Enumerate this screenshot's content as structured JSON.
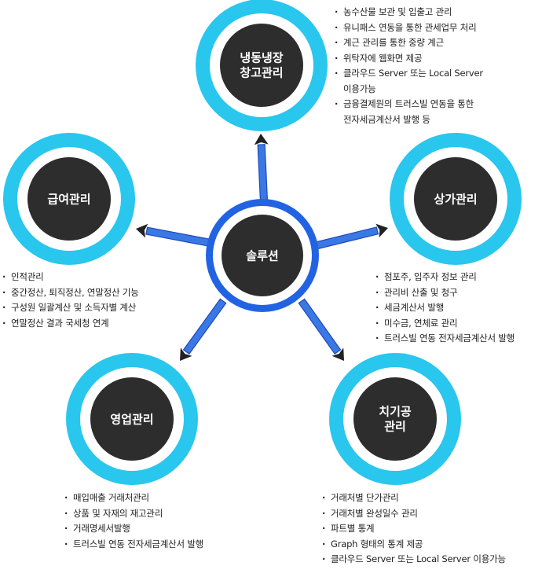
{
  "center": {
    "label": "솔루션"
  },
  "nodes": {
    "cold": {
      "label_lines": [
        "냉동냉장",
        "창고관리"
      ]
    },
    "payroll": {
      "label_lines": [
        "급여관리"
      ]
    },
    "store": {
      "label_lines": [
        "상가관리"
      ]
    },
    "sales": {
      "label_lines": [
        "영업관리"
      ]
    },
    "parts": {
      "label_lines": [
        "치기공",
        "관리"
      ]
    }
  },
  "lists": {
    "cold": [
      [
        "농수산물 보관 및 입출고 관리"
      ],
      [
        "유니패스 연동을 통한 관세업무 처리"
      ],
      [
        "계근 관리를 통한 중량 계근"
      ],
      [
        "위탁자에 웹화면 제공"
      ],
      [
        "클라우드 Server 또는 Local Server",
        "이용가능"
      ],
      [
        "금융결제원의 트러스빌 연동을 통한",
        "전자세금계산서 발행 등"
      ]
    ],
    "payroll": [
      [
        "인적관리"
      ],
      [
        "중간정산, 퇴직정산, 연말정산 기능"
      ],
      [
        "구성원 일괄계산 및 소득자별 계산"
      ],
      [
        "연말정산 결과 국세청 연계"
      ]
    ],
    "store": [
      [
        "점포주, 입주자 정보 관리"
      ],
      [
        "관리비 산출 및 청구"
      ],
      [
        "세금계산서 발행"
      ],
      [
        "미수금, 연체료 관리"
      ],
      [
        "트러스빌 연동 전자세금계산서 발행"
      ]
    ],
    "sales": [
      [
        "매입매출 거래처관리"
      ],
      [
        "상품 및 자재의 재고관리"
      ],
      [
        "거래명세서발행"
      ],
      [
        "트러스빌 연동 전자세금계산서 발행"
      ]
    ],
    "parts": [
      [
        "거래처별 단가관리"
      ],
      [
        "거래처별 완성일수 관리"
      ],
      [
        "파트별 통계"
      ],
      [
        "Graph 형태의 통계 제공"
      ],
      [
        "클라우드 Server 또는 Local Server 이용가능"
      ]
    ]
  },
  "colors": {
    "ring": "#29c6ee",
    "center_ring": "#2163e3",
    "node_fill": "#2d2d2d",
    "arrow_fill": "#3a78e6",
    "arrow_edge": "#1f49b7",
    "arrow_head": "#222222"
  }
}
